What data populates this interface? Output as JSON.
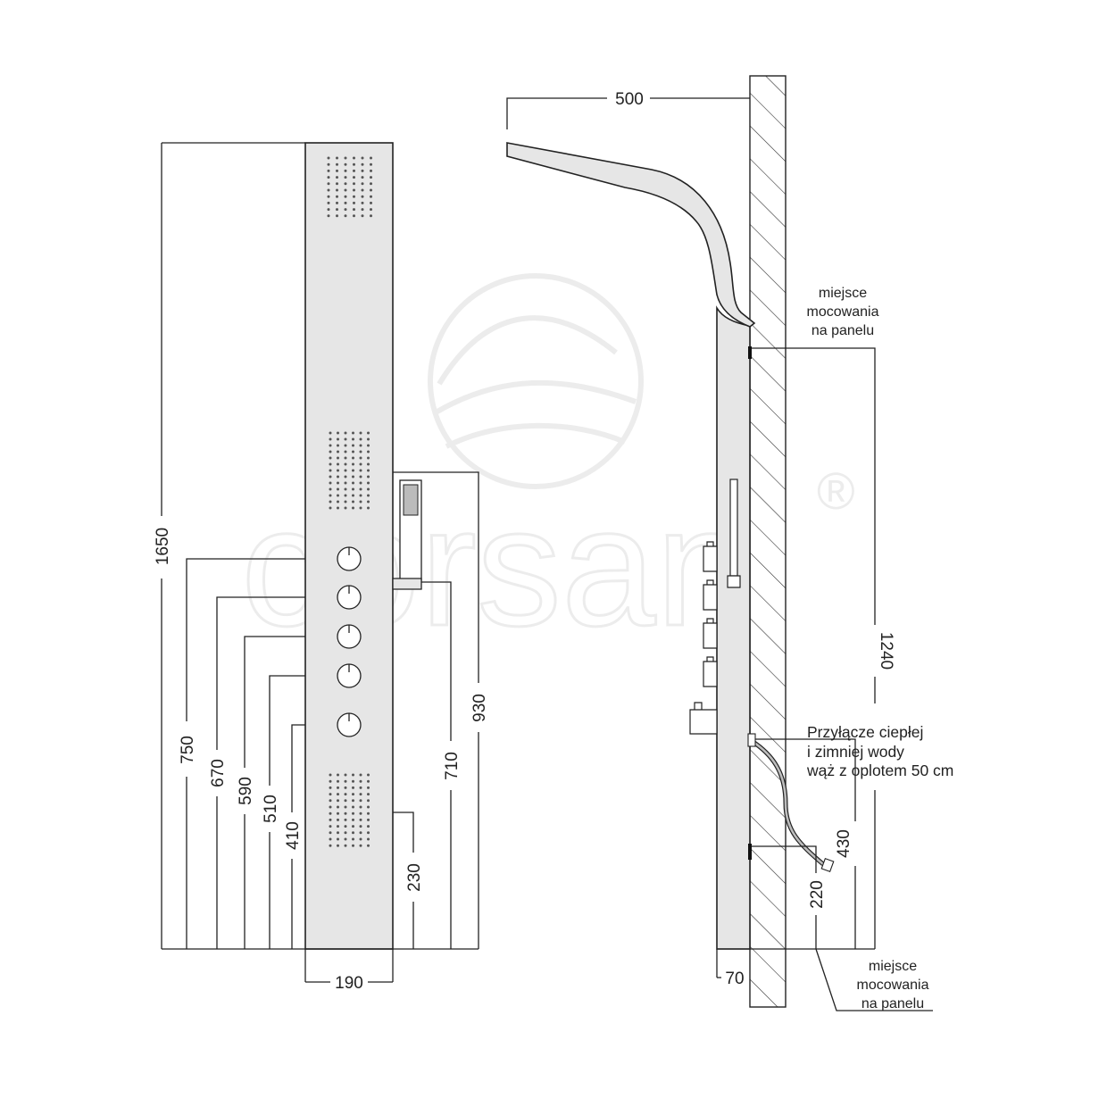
{
  "front_view": {
    "dimensions": {
      "total_height": "1650",
      "knob_1": "750",
      "knob_2": "670",
      "knob_3": "590",
      "knob_4": "510",
      "knob_5": "410",
      "width": "190",
      "hand_shower_top": "930",
      "hand_shower_holder": "710",
      "bottom_jets": "230"
    },
    "knob_count": 5
  },
  "side_view": {
    "dimensions": {
      "arm_reach": "500",
      "mount_spacing": "1240",
      "depth": "70",
      "inlet_height": "430",
      "lower_mount": "220"
    },
    "notes": {
      "mount_top": [
        "miejsce",
        "mocowania",
        "na panelu"
      ],
      "inlet": [
        "Przyłącze ciepłej",
        "i zimniej wody",
        "wąż z oplotem 50 cm"
      ],
      "mount_bottom": [
        "miejsce",
        "mocowania",
        "na panelu"
      ]
    }
  },
  "watermark": {
    "brand": "corsan",
    "registered": "®"
  },
  "colors": {
    "line": "#222222",
    "panel_fill": "#e6e6e6",
    "watermark": "#ececec"
  }
}
